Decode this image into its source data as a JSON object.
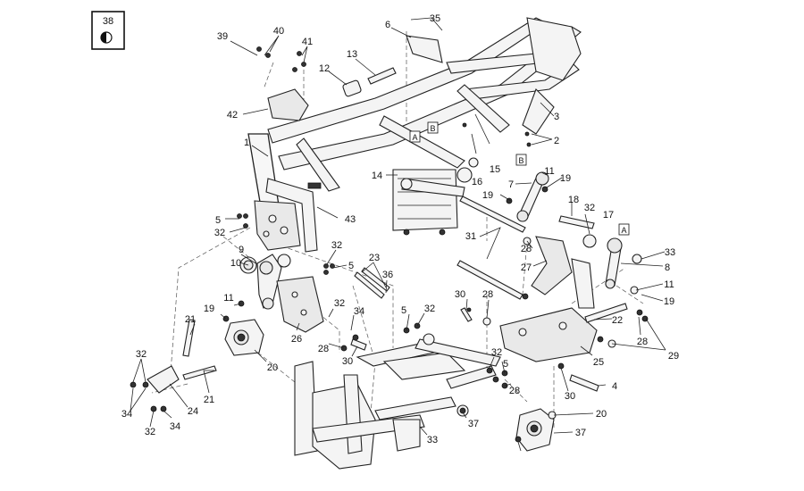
{
  "reference": {
    "catalog_number": "38",
    "icon": "half-moon-disc-icon"
  },
  "callouts": [
    "38",
    "39",
    "40",
    "41",
    "35",
    "6",
    "13",
    "12",
    "42",
    "1",
    "3",
    "2",
    "A",
    "B",
    "16",
    "15",
    "14",
    "B",
    "11",
    "7",
    "19",
    "19",
    "43",
    "18",
    "32",
    "17",
    "A",
    "5",
    "32",
    "31",
    "28",
    "33",
    "8",
    "27",
    "11",
    "19",
    "32",
    "9",
    "10",
    "5",
    "23",
    "36",
    "30",
    "28",
    "22",
    "11",
    "19",
    "21",
    "26",
    "5",
    "32",
    "32",
    "34",
    "28",
    "28",
    "29",
    "25",
    "30",
    "20",
    "21",
    "32",
    "24",
    "32",
    "34",
    "34",
    "32",
    "5",
    "28",
    "30",
    "4",
    "33",
    "37",
    "20",
    "37"
  ]
}
